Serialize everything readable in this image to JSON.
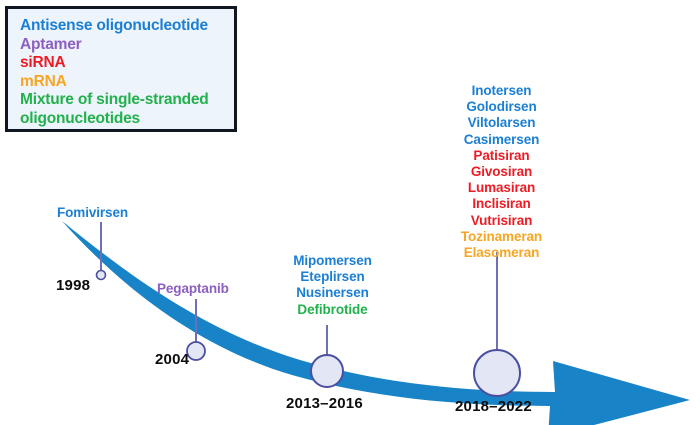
{
  "legend": {
    "items": [
      {
        "label": "Antisense oligonucleotide",
        "color": "#1b7fd4"
      },
      {
        "label": "Aptamer",
        "color": "#8c5fc0"
      },
      {
        "label": "siRNA",
        "color": "#ed1c24"
      },
      {
        "label": "mRNA",
        "color": "#f5a623"
      },
      {
        "label": "Mixture of single-stranded\noligonucleotides",
        "color": "#22b14c"
      }
    ],
    "box_fill": "#eef4fb",
    "box_border": "#111722"
  },
  "arrow": {
    "color": "#1884c7",
    "marker_fill": "#e3e6f4",
    "marker_stroke": "#4a4fa0",
    "connector_color": "#6f6fb5"
  },
  "milestones": [
    {
      "year": "1998",
      "drugs": [
        {
          "name": "Fomivirsen",
          "color": "#1b7fd4"
        }
      ]
    },
    {
      "year": "2004",
      "drugs": [
        {
          "name": "Pegaptanib",
          "color": "#8c5fc0"
        }
      ]
    },
    {
      "year": "2013–2016",
      "drugs": [
        {
          "name": "Mipomersen",
          "color": "#1b7fd4"
        },
        {
          "name": "Eteplirsen",
          "color": "#1b7fd4"
        },
        {
          "name": "Nusinersen",
          "color": "#1b7fd4"
        },
        {
          "name": "Defibrotide",
          "color": "#22b14c"
        }
      ]
    },
    {
      "year": "2018–2022",
      "drugs": [
        {
          "name": "Inotersen",
          "color": "#1b7fd4"
        },
        {
          "name": "Golodirsen",
          "color": "#1b7fd4"
        },
        {
          "name": "Viltolarsen",
          "color": "#1b7fd4"
        },
        {
          "name": "Casimersen",
          "color": "#1b7fd4"
        },
        {
          "name": "Patisiran",
          "color": "#ed1c24"
        },
        {
          "name": "Givosiran",
          "color": "#ed1c24"
        },
        {
          "name": "Lumasiran",
          "color": "#ed1c24"
        },
        {
          "name": "Inclisiran",
          "color": "#ed1c24"
        },
        {
          "name": "Vutrisiran",
          "color": "#ed1c24"
        },
        {
          "name": "Tozinameran",
          "color": "#f5a623"
        },
        {
          "name": "Elasomeran",
          "color": "#f5a623"
        }
      ]
    }
  ]
}
